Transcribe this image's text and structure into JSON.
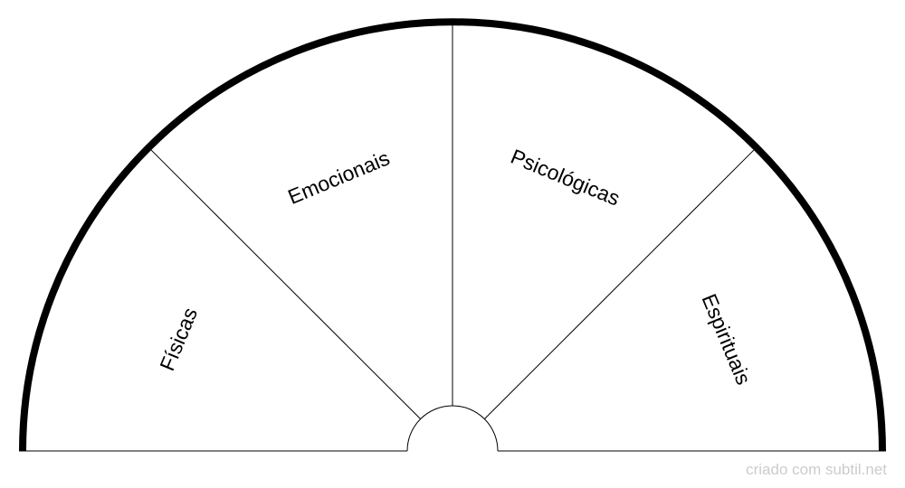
{
  "diagram": {
    "type": "semicircle-pendulum-chart",
    "segments": [
      {
        "label": "Físicas"
      },
      {
        "label": "Emocionais"
      },
      {
        "label": "Psicológicas"
      },
      {
        "label": "Espirituais"
      }
    ],
    "colors": {
      "outline": "#000000",
      "divider": "#000000",
      "background": "#ffffff",
      "credit": "#cccccc"
    }
  },
  "footer": {
    "credit": "criado com subtil.net"
  }
}
